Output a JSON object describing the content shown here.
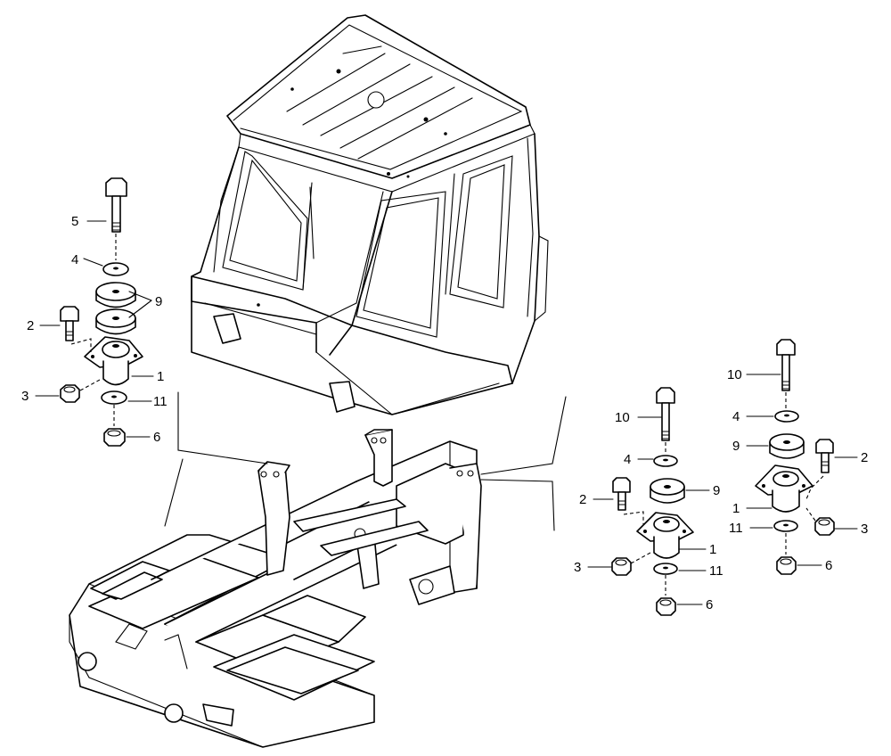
{
  "callouts": {
    "left_group": {
      "c5": "5",
      "c4": "4",
      "c9": "9",
      "c2": "2",
      "c1": "1",
      "c3": "3",
      "c11": "11",
      "c6": "6"
    },
    "mid_group": {
      "c10": "10",
      "c4": "4",
      "c9": "9",
      "c2": "2",
      "c1": "1",
      "c3": "3",
      "c11": "11",
      "c6": "6"
    },
    "right_group": {
      "c10": "10",
      "c4": "4",
      "c9": "9",
      "c2": "2",
      "c1": "1",
      "c11": "11",
      "c3": "3",
      "c6": "6"
    }
  }
}
